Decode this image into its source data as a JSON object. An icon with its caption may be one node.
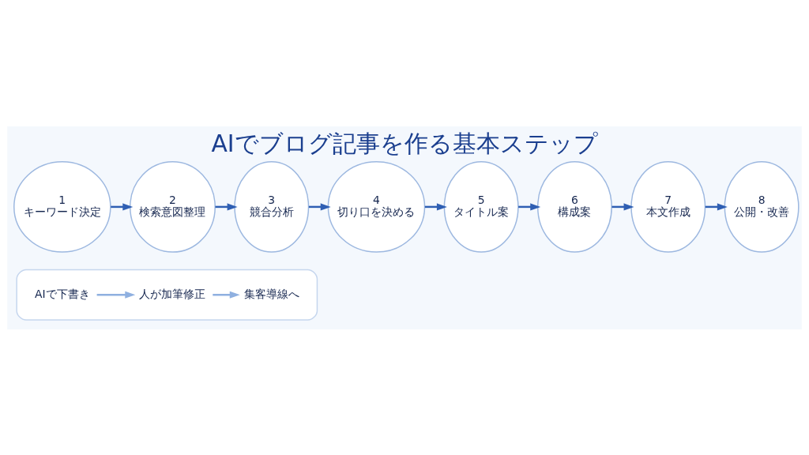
{
  "diagram": {
    "title": "AIでブログ記事を作る基本ステップ",
    "nodes": [
      {
        "text": [
          "1",
          "キーワード決定"
        ]
      },
      {
        "text": [
          "2",
          "検索意図整理"
        ]
      },
      {
        "text": [
          "3",
          "競合分析"
        ]
      },
      {
        "text": [
          "4",
          "切り口を決める"
        ]
      },
      {
        "text": [
          "5",
          "タイトル案"
        ]
      },
      {
        "text": [
          "6",
          "構成案"
        ]
      },
      {
        "text": [
          "7",
          "本文作成"
        ]
      },
      {
        "text": [
          "8",
          "公開・改善"
        ]
      },
      {
        "text": [],
        "shape": "box"
      },
      {
        "text": [
          "AIで下書き"
        ],
        "in": 8
      },
      {
        "text": [
          "人が加筆修正"
        ],
        "in": 8
      },
      {
        "text": [
          "集客導線へ"
        ],
        "in": 8
      }
    ],
    "edges": [
      {
        "from": 0,
        "to": 1,
        "arrow": "to"
      },
      {
        "from": 1,
        "to": 2,
        "arrow": "to"
      },
      {
        "from": 2,
        "to": 3,
        "arrow": "to"
      },
      {
        "from": 3,
        "to": 4,
        "arrow": "to"
      },
      {
        "from": 4,
        "to": 5,
        "arrow": "to"
      },
      {
        "from": 5,
        "to": 6,
        "arrow": "to"
      },
      {
        "from": 6,
        "to": 7,
        "arrow": "to"
      },
      {
        "from": 9,
        "to": 10,
        "arrow": "to",
        "color": "#8fb0e0"
      },
      {
        "from": 10,
        "to": 11,
        "arrow": "to",
        "color": "#8fb0e0"
      }
    ]
  }
}
